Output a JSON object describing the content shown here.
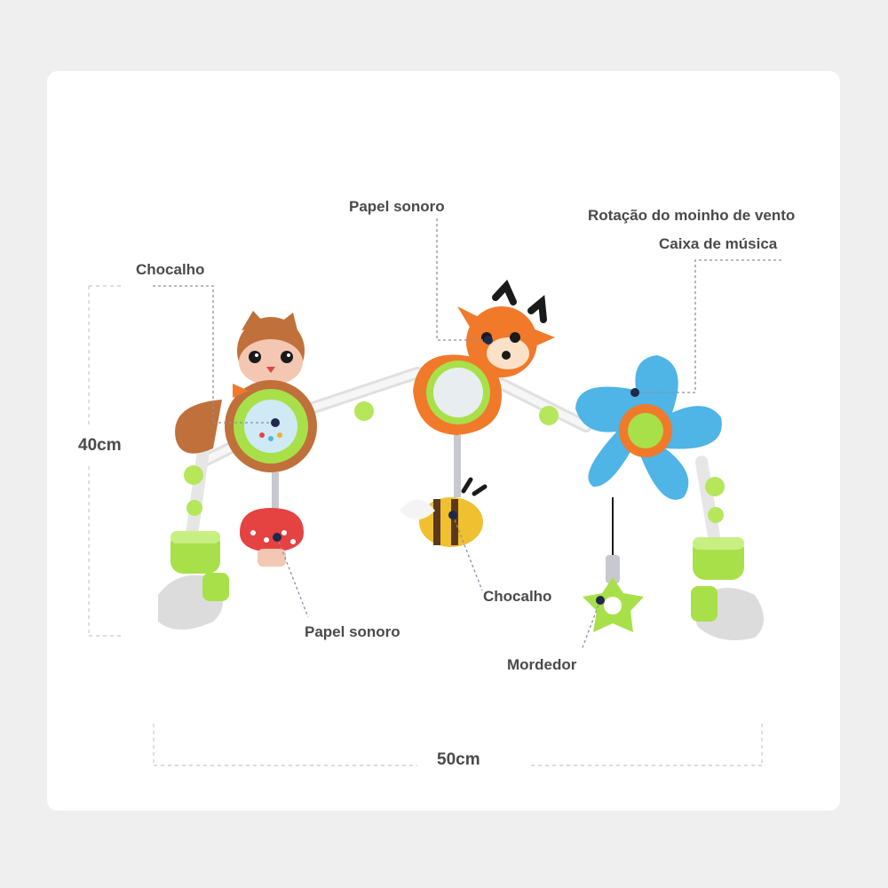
{
  "labels": {
    "papel_sonoro_top": "Papel sonoro",
    "rotacao": "Rotação do moinho de vento",
    "caixa_musica": "Caixa de música",
    "chocalho_left": "Chocalho",
    "papel_sonoro_bottom": "Papel sonoro",
    "chocalho_bottom": "Chocalho",
    "mordedor": "Mordedor"
  },
  "dimensions": {
    "height": "40cm",
    "width": "50cm"
  },
  "colors": {
    "background": "#efefef",
    "card": "#ffffff",
    "text": "#4a4a4a",
    "leader": "#8a8fa8",
    "dot": "#1e2a4a",
    "lime": "#a8e04a",
    "orange": "#f07a2a",
    "blue": "#4fb4e6",
    "brown": "#c0703a"
  }
}
